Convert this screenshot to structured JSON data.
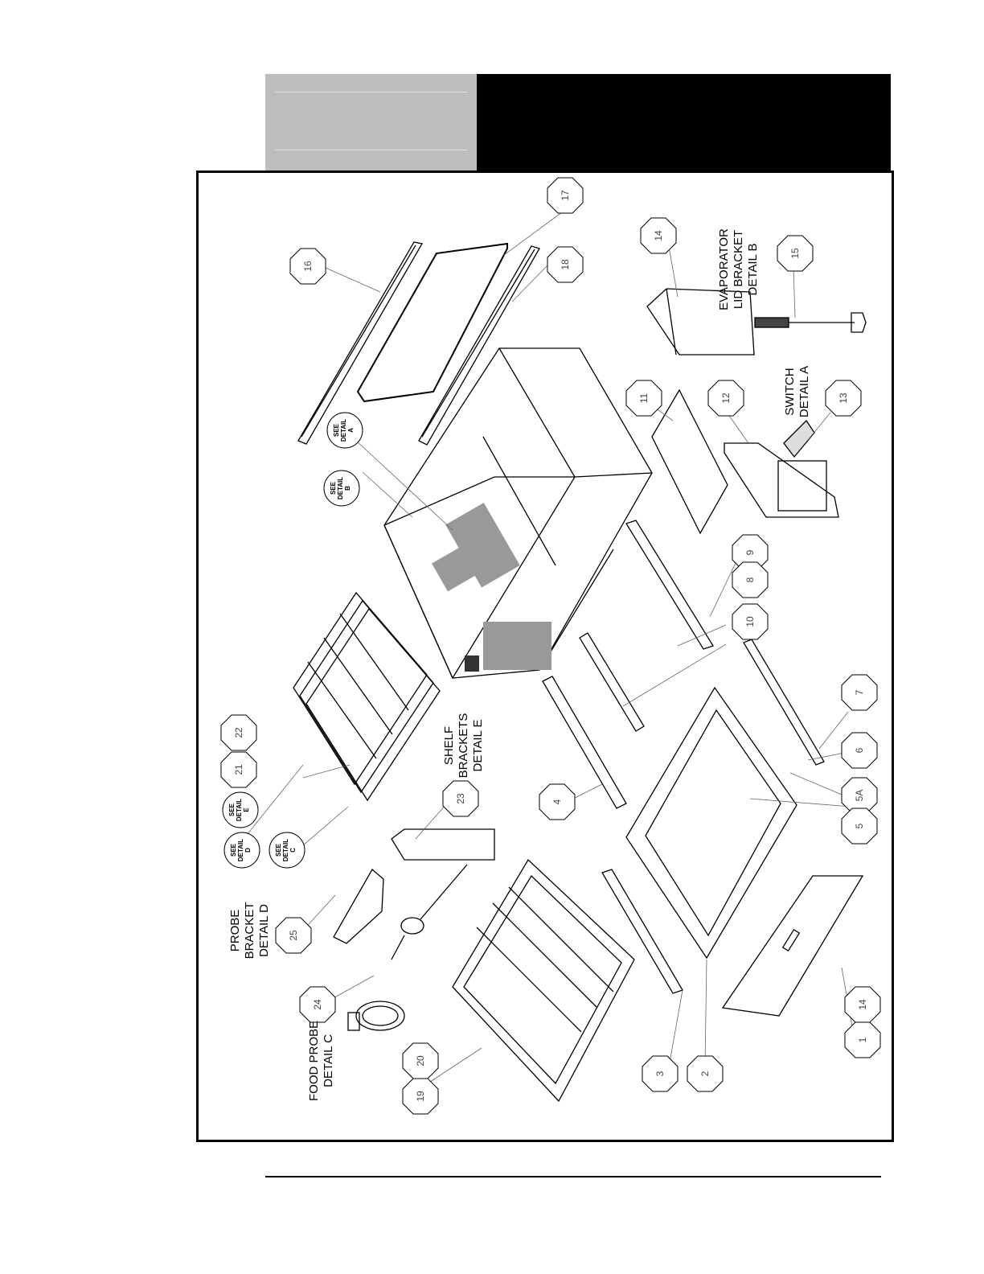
{
  "labels": {
    "evaporator": [
      "EVAPORATOR",
      "LID BRACKET",
      "DETAIL B"
    ],
    "switch": [
      "SWITCH",
      "DETAIL A"
    ],
    "shelf": [
      "SHELF",
      "BRACKETS",
      "DETAIL E"
    ],
    "probe_bracket": [
      "PROBE",
      "BRACKET",
      "DETAIL D"
    ],
    "food_probe": [
      "FOOD PROBE",
      "DETAIL C"
    ]
  },
  "see_details": [
    [
      "SEE",
      "DETAIL",
      "A"
    ],
    [
      "SEE",
      "DETAIL",
      "B"
    ],
    [
      "SEE",
      "DETAIL",
      "E"
    ],
    [
      "SEE",
      "DETAIL",
      "D"
    ],
    [
      "SEE",
      "DETAIL",
      "C"
    ]
  ],
  "part_numbers": [
    "16",
    "17",
    "18",
    "14",
    "15",
    "11",
    "12",
    "13",
    "9",
    "8",
    "10",
    "22",
    "21",
    "23",
    "4",
    "7",
    "6",
    "5A",
    "5",
    "25",
    "24",
    "20",
    "19",
    "3",
    "2",
    "14",
    "1"
  ]
}
